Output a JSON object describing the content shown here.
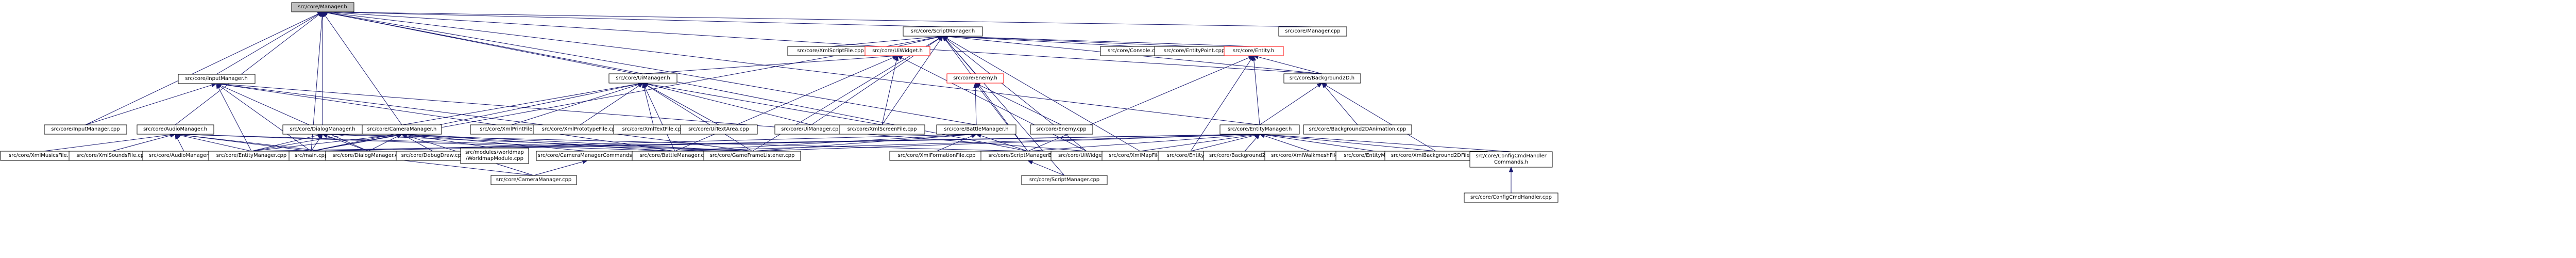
{
  "graph": {
    "nodes": [
      {
        "id": "manager_h",
        "label": [
          "src/core/Manager.h"
        ],
        "style": "focus"
      },
      {
        "id": "scriptmanager_h",
        "label": [
          "src/core/ScriptManager.h"
        ]
      },
      {
        "id": "manager_cpp",
        "label": [
          "src/core/Manager.cpp"
        ]
      },
      {
        "id": "inputmanager_h",
        "label": [
          "src/core/InputManager.h"
        ]
      },
      {
        "id": "xmlscriptfile_cpp",
        "label": [
          "src/core/XmlScriptFile.cpp"
        ]
      },
      {
        "id": "uiwidget_h",
        "label": [
          "src/core/UiWidget.h"
        ],
        "style": "red"
      },
      {
        "id": "console_cpp",
        "label": [
          "src/core/Console.cpp"
        ]
      },
      {
        "id": "entitypoint_cpp",
        "label": [
          "src/core/EntityPoint.cpp"
        ]
      },
      {
        "id": "entity_h",
        "label": [
          "src/core/Entity.h"
        ],
        "style": "red"
      },
      {
        "id": "uimanager_h",
        "label": [
          "src/core/UiManager.h"
        ]
      },
      {
        "id": "enemy_h",
        "label": [
          "src/core/Enemy.h"
        ],
        "style": "red"
      },
      {
        "id": "background2d_h",
        "label": [
          "src/core/Background2D.h"
        ]
      },
      {
        "id": "inputmanager_cpp",
        "label": [
          "src/core/InputManager.cpp"
        ]
      },
      {
        "id": "audiomanager_h",
        "label": [
          "src/core/AudioManager.h"
        ]
      },
      {
        "id": "dialogmanager_h",
        "label": [
          "src/core/DialogManager.h"
        ]
      },
      {
        "id": "cameramanager_h",
        "label": [
          "src/core/CameraManager.h"
        ]
      },
      {
        "id": "xmlprintfile_cpp",
        "label": [
          "src/core/XmlPrintFile.cpp"
        ]
      },
      {
        "id": "xmlprototypefile_cpp",
        "label": [
          "src/core/XmlPrototypeFile.cpp"
        ]
      },
      {
        "id": "xmltextfile_cpp",
        "label": [
          "src/core/XmlTextFile.cpp"
        ]
      },
      {
        "id": "uitextarea_cpp",
        "label": [
          "src/core/UiTextArea.cpp"
        ]
      },
      {
        "id": "uimanager_cpp",
        "label": [
          "src/core/UiManager.cpp"
        ]
      },
      {
        "id": "xmlscreenfile_cpp",
        "label": [
          "src/core/XmlScreenFile.cpp"
        ]
      },
      {
        "id": "battlemanager_h",
        "label": [
          "src/core/BattleManager.h"
        ]
      },
      {
        "id": "enemy_cpp",
        "label": [
          "src/core/Enemy.cpp"
        ]
      },
      {
        "id": "entitymanager_h",
        "label": [
          "src/core/EntityManager.h"
        ]
      },
      {
        "id": "background2danimation_cpp",
        "label": [
          "src/core/Background2DAnimation.cpp"
        ]
      },
      {
        "id": "xmlmusicsfile_cpp",
        "label": [
          "src/core/XmlMusicsFile.cpp"
        ]
      },
      {
        "id": "xmlsoundsfile_cpp",
        "label": [
          "src/core/XmlSoundsFile.cpp"
        ]
      },
      {
        "id": "audiomanager_cpp",
        "label": [
          "src/core/AudioManager.cpp"
        ]
      },
      {
        "id": "entitymanager_cpp",
        "label": [
          "src/core/EntityManager.cpp"
        ]
      },
      {
        "id": "main_cpp",
        "label": [
          "src/main.cpp"
        ]
      },
      {
        "id": "dialogmanager_cpp",
        "label": [
          "src/core/DialogManager.cpp"
        ]
      },
      {
        "id": "debugdraw_cpp",
        "label": [
          "src/core/DebugDraw.cpp"
        ]
      },
      {
        "id": "worldmap_module",
        "label": [
          "src/modules/worldmap",
          "/WorldmapModule.cpp"
        ]
      },
      {
        "id": "cameramanagercommands_h",
        "label": [
          "src/core/CameraManagerCommands.h"
        ]
      },
      {
        "id": "battlemanager_cpp",
        "label": [
          "src/core/BattleManager.cpp"
        ]
      },
      {
        "id": "gameframelistener_cpp",
        "label": [
          "src/core/GameFrameListener.cpp"
        ]
      },
      {
        "id": "xmlformationfile_cpp",
        "label": [
          "src/core/XmlFormationFile.cpp"
        ]
      },
      {
        "id": "scriptmanagerbinds_h",
        "label": [
          "src/core/ScriptManagerBinds.h"
        ]
      },
      {
        "id": "uiwidget_cpp",
        "label": [
          "src/core/UiWidget.cpp"
        ]
      },
      {
        "id": "xmlmapfile_cpp",
        "label": [
          "src/core/XmlMapFile.cpp"
        ]
      },
      {
        "id": "entity_cpp",
        "label": [
          "src/core/Entity.cpp"
        ]
      },
      {
        "id": "background2d_cpp",
        "label": [
          "src/core/Background2D.cpp"
        ]
      },
      {
        "id": "xmlwalkmeshfile_cpp",
        "label": [
          "src/core/XmlWalkmeshFile.cpp"
        ]
      },
      {
        "id": "entitymodel_cpp",
        "label": [
          "src/core/EntityModel.cpp"
        ]
      },
      {
        "id": "xmlbackground2dfile_cpp",
        "label": [
          "src/core/XmlBackground2DFile.cpp"
        ]
      },
      {
        "id": "configcmdhandlercommands_h",
        "label": [
          "src/core/ConfigCmdHandler",
          "Commands.h"
        ]
      },
      {
        "id": "cameramanager_cpp",
        "label": [
          "src/core/CameraManager.cpp"
        ]
      },
      {
        "id": "scriptmanager_cpp",
        "label": [
          "src/core/ScriptManager.cpp"
        ]
      },
      {
        "id": "configcmdhandler_cpp",
        "label": [
          "src/core/ConfigCmdHandler.cpp"
        ]
      }
    ],
    "edges": [
      [
        "manager_h",
        "scriptmanager_h"
      ],
      [
        "manager_h",
        "manager_cpp"
      ],
      [
        "manager_h",
        "inputmanager_h"
      ],
      [
        "manager_h",
        "uimanager_h"
      ],
      [
        "manager_h",
        "audiomanager_h"
      ],
      [
        "manager_h",
        "dialogmanager_h"
      ],
      [
        "manager_h",
        "cameramanager_h"
      ],
      [
        "manager_h",
        "entitymanager_h"
      ],
      [
        "manager_h",
        "battlemanager_h"
      ],
      [
        "manager_h",
        "background2d_h"
      ],
      [
        "manager_h",
        "inputmanager_cpp"
      ],
      [
        "manager_h",
        "main_cpp"
      ],
      [
        "manager_h",
        "scriptmanagerbinds_h"
      ],
      [
        "scriptmanager_h",
        "xmlscriptfile_cpp"
      ],
      [
        "scriptmanager_h",
        "uiwidget_h"
      ],
      [
        "scriptmanager_h",
        "console_cpp"
      ],
      [
        "scriptmanager_h",
        "entitypoint_cpp"
      ],
      [
        "scriptmanager_h",
        "entity_h"
      ],
      [
        "scriptmanager_h",
        "uimanager_cpp"
      ],
      [
        "scriptmanager_h",
        "enemy_h"
      ],
      [
        "scriptmanager_h",
        "background2d_h"
      ],
      [
        "scriptmanager_h",
        "xmlscreenfile_cpp"
      ],
      [
        "scriptmanager_h",
        "scriptmanagerbinds_h"
      ],
      [
        "scriptmanager_h",
        "uiwidget_cpp"
      ],
      [
        "scriptmanager_h",
        "scriptmanager_cpp"
      ],
      [
        "scriptmanager_h",
        "gameframelistener_cpp"
      ],
      [
        "scriptmanager_h",
        "main_cpp"
      ],
      [
        "scriptmanager_h",
        "xmlmapfile_cpp"
      ],
      [
        "uiwidget_h",
        "uimanager_h"
      ],
      [
        "uiwidget_h",
        "xmlscreenfile_cpp"
      ],
      [
        "uiwidget_h",
        "uiwidget_cpp"
      ],
      [
        "uiwidget_h",
        "battlemanager_cpp"
      ],
      [
        "entity_h",
        "entitymanager_h"
      ],
      [
        "entity_h",
        "background2d_h"
      ],
      [
        "entity_h",
        "entity_cpp"
      ],
      [
        "entity_h",
        "scriptmanagerbinds_h"
      ],
      [
        "uimanager_h",
        "xmlprintfile_cpp"
      ],
      [
        "uimanager_h",
        "xmlprototypefile_cpp"
      ],
      [
        "uimanager_h",
        "xmltextfile_cpp"
      ],
      [
        "uimanager_h",
        "uitextarea_cpp"
      ],
      [
        "uimanager_h",
        "uimanager_cpp"
      ],
      [
        "uimanager_h",
        "xmlscreenfile_cpp"
      ],
      [
        "uimanager_h",
        "main_cpp"
      ],
      [
        "uimanager_h",
        "gameframelistener_cpp"
      ],
      [
        "uimanager_h",
        "battlemanager_cpp"
      ],
      [
        "uimanager_h",
        "entitymanager_cpp"
      ],
      [
        "enemy_h",
        "battlemanager_h"
      ],
      [
        "enemy_h",
        "enemy_cpp"
      ],
      [
        "enemy_h",
        "scriptmanagerbinds_h"
      ],
      [
        "background2d_h",
        "entitymanager_h"
      ],
      [
        "background2d_h",
        "background2danimation_cpp"
      ],
      [
        "background2d_h",
        "xmlbackground2dfile_cpp"
      ],
      [
        "inputmanager_h",
        "inputmanager_cpp"
      ],
      [
        "inputmanager_h",
        "entitymanager_cpp"
      ],
      [
        "inputmanager_h",
        "main_cpp"
      ],
      [
        "inputmanager_h",
        "gameframelistener_cpp"
      ],
      [
        "inputmanager_h",
        "dialogmanager_cpp"
      ],
      [
        "inputmanager_h",
        "battlemanager_cpp"
      ],
      [
        "inputmanager_h",
        "uiwidget_cpp"
      ],
      [
        "audiomanager_h",
        "xmlmusicsfile_cpp"
      ],
      [
        "audiomanager_h",
        "xmlsoundsfile_cpp"
      ],
      [
        "audiomanager_h",
        "audiomanager_cpp"
      ],
      [
        "audiomanager_h",
        "entitymanager_cpp"
      ],
      [
        "audiomanager_h",
        "main_cpp"
      ],
      [
        "audiomanager_h",
        "battlemanager_cpp"
      ],
      [
        "audiomanager_h",
        "gameframelistener_cpp"
      ],
      [
        "audiomanager_h",
        "cameramanager_cpp"
      ],
      [
        "dialogmanager_h",
        "entitymanager_cpp"
      ],
      [
        "dialogmanager_h",
        "main_cpp"
      ],
      [
        "dialogmanager_h",
        "dialogmanager_cpp"
      ],
      [
        "dialogmanager_h",
        "scriptmanagerbinds_h"
      ],
      [
        "dialogmanager_h",
        "gameframelistener_cpp"
      ],
      [
        "cameramanager_h",
        "entitymanager_cpp"
      ],
      [
        "cameramanager_h",
        "main_cpp"
      ],
      [
        "cameramanager_h",
        "dialogmanager_cpp"
      ],
      [
        "cameramanager_h",
        "debugdraw_cpp"
      ],
      [
        "cameramanager_h",
        "worldmap_module"
      ],
      [
        "cameramanager_h",
        "cameramanagercommands_h"
      ],
      [
        "cameramanager_h",
        "battlemanager_cpp"
      ],
      [
        "cameramanager_h",
        "gameframelistener_cpp"
      ],
      [
        "cameramanager_h",
        "cameramanager_cpp"
      ],
      [
        "battlemanager_h",
        "battlemanager_cpp"
      ],
      [
        "battlemanager_h",
        "gameframelistener_cpp"
      ],
      [
        "battlemanager_h",
        "xmlformationfile_cpp"
      ],
      [
        "battlemanager_h",
        "scriptmanagerbinds_h"
      ],
      [
        "battlemanager_h",
        "main_cpp"
      ],
      [
        "entitymanager_h",
        "entitymanager_cpp"
      ],
      [
        "entitymanager_h",
        "main_cpp"
      ],
      [
        "entitymanager_h",
        "worldmap_module"
      ],
      [
        "entitymanager_h",
        "scriptmanagerbinds_h"
      ],
      [
        "entitymanager_h",
        "xmlmapfile_cpp"
      ],
      [
        "entitymanager_h",
        "entity_cpp"
      ],
      [
        "entitymanager_h",
        "background2d_cpp"
      ],
      [
        "entitymanager_h",
        "xmlwalkmeshfile_cpp"
      ],
      [
        "entitymanager_h",
        "entitymodel_cpp"
      ],
      [
        "entitymanager_h",
        "xmlbackground2dfile_cpp"
      ],
      [
        "entitymanager_h",
        "configcmdhandlercommands_h"
      ],
      [
        "entitymanager_h",
        "battlemanager_cpp"
      ],
      [
        "entitymanager_h",
        "gameframelistener_cpp"
      ],
      [
        "cameramanagercommands_h",
        "cameramanager_cpp"
      ],
      [
        "scriptmanagerbinds_h",
        "scriptmanager_cpp"
      ],
      [
        "configcmdhandlercommands_h",
        "configcmdhandler_cpp"
      ]
    ]
  }
}
